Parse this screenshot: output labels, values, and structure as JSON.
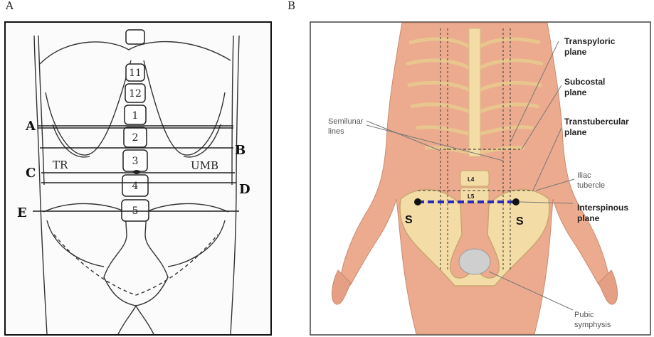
{
  "panels": {
    "a": {
      "letter": "A"
    },
    "b": {
      "letter": "B"
    }
  },
  "panel_a": {
    "vertebra_labels": [
      "11",
      "12",
      "1",
      "2",
      "3",
      "4",
      "5"
    ],
    "plane_letters": {
      "a": "A",
      "b": "B",
      "c": "C",
      "d": "D",
      "e": "E"
    },
    "region_labels": {
      "tr": "TR",
      "umb": "UMB"
    }
  },
  "panel_b": {
    "labels": {
      "transpyloric": [
        "Transpyloric",
        "plane"
      ],
      "subcostal": [
        "Subcostal",
        "plane"
      ],
      "transtubercular": [
        "Transtubercular",
        "plane"
      ],
      "iliac_tubercle": [
        "Iliac",
        "tubercle"
      ],
      "interspinous": [
        "Interspinous",
        "plane"
      ],
      "semilunar": [
        "Semilunar",
        "lines"
      ],
      "pubic_symphysis": [
        "Pubic",
        "symphysis"
      ]
    },
    "vertebra_labels": {
      "l4": "L4",
      "l5": "L5"
    },
    "spine_markers": {
      "left": "S",
      "right": "S"
    }
  },
  "colors": {
    "skin": "#ecab8f",
    "bone": "#f3dca6",
    "interspinous_line": "#2a2ab8",
    "label_bold": "#222222",
    "label_light": "#555555"
  }
}
